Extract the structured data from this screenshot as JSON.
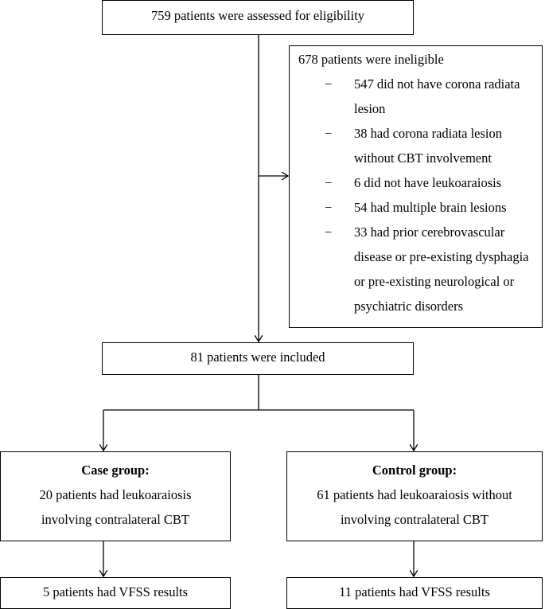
{
  "assessed": {
    "text": "759 patients were assessed for eligibility"
  },
  "ineligible": {
    "heading": "678 patients were ineligible",
    "items": [
      {
        "dash": "−",
        "text": "547 did not have corona radiata lesion"
      },
      {
        "dash": "−",
        "text": "38 had corona radiata lesion without CBT involvement"
      },
      {
        "dash": "−",
        "text": "6 did not have leukoaraiosis"
      },
      {
        "dash": "−",
        "text": "54 had multiple brain lesions"
      },
      {
        "dash": "−",
        "text": "33 had prior cerebrovascular disease or pre-existing dysphagia or pre-existing neurological or psychiatric disorders"
      }
    ]
  },
  "included": {
    "text": "81 patients were included"
  },
  "case_group": {
    "title": "Case group:",
    "line1": "20 patients had leukoaraiosis",
    "line2": "involving contralateral CBT",
    "vfss": "5 patients had VFSS results"
  },
  "control_group": {
    "title": "Control group:",
    "line1": "61 patients had leukoaraiosis without",
    "line2": "involving contralateral CBT",
    "vfss": "11 patients had VFSS results"
  }
}
